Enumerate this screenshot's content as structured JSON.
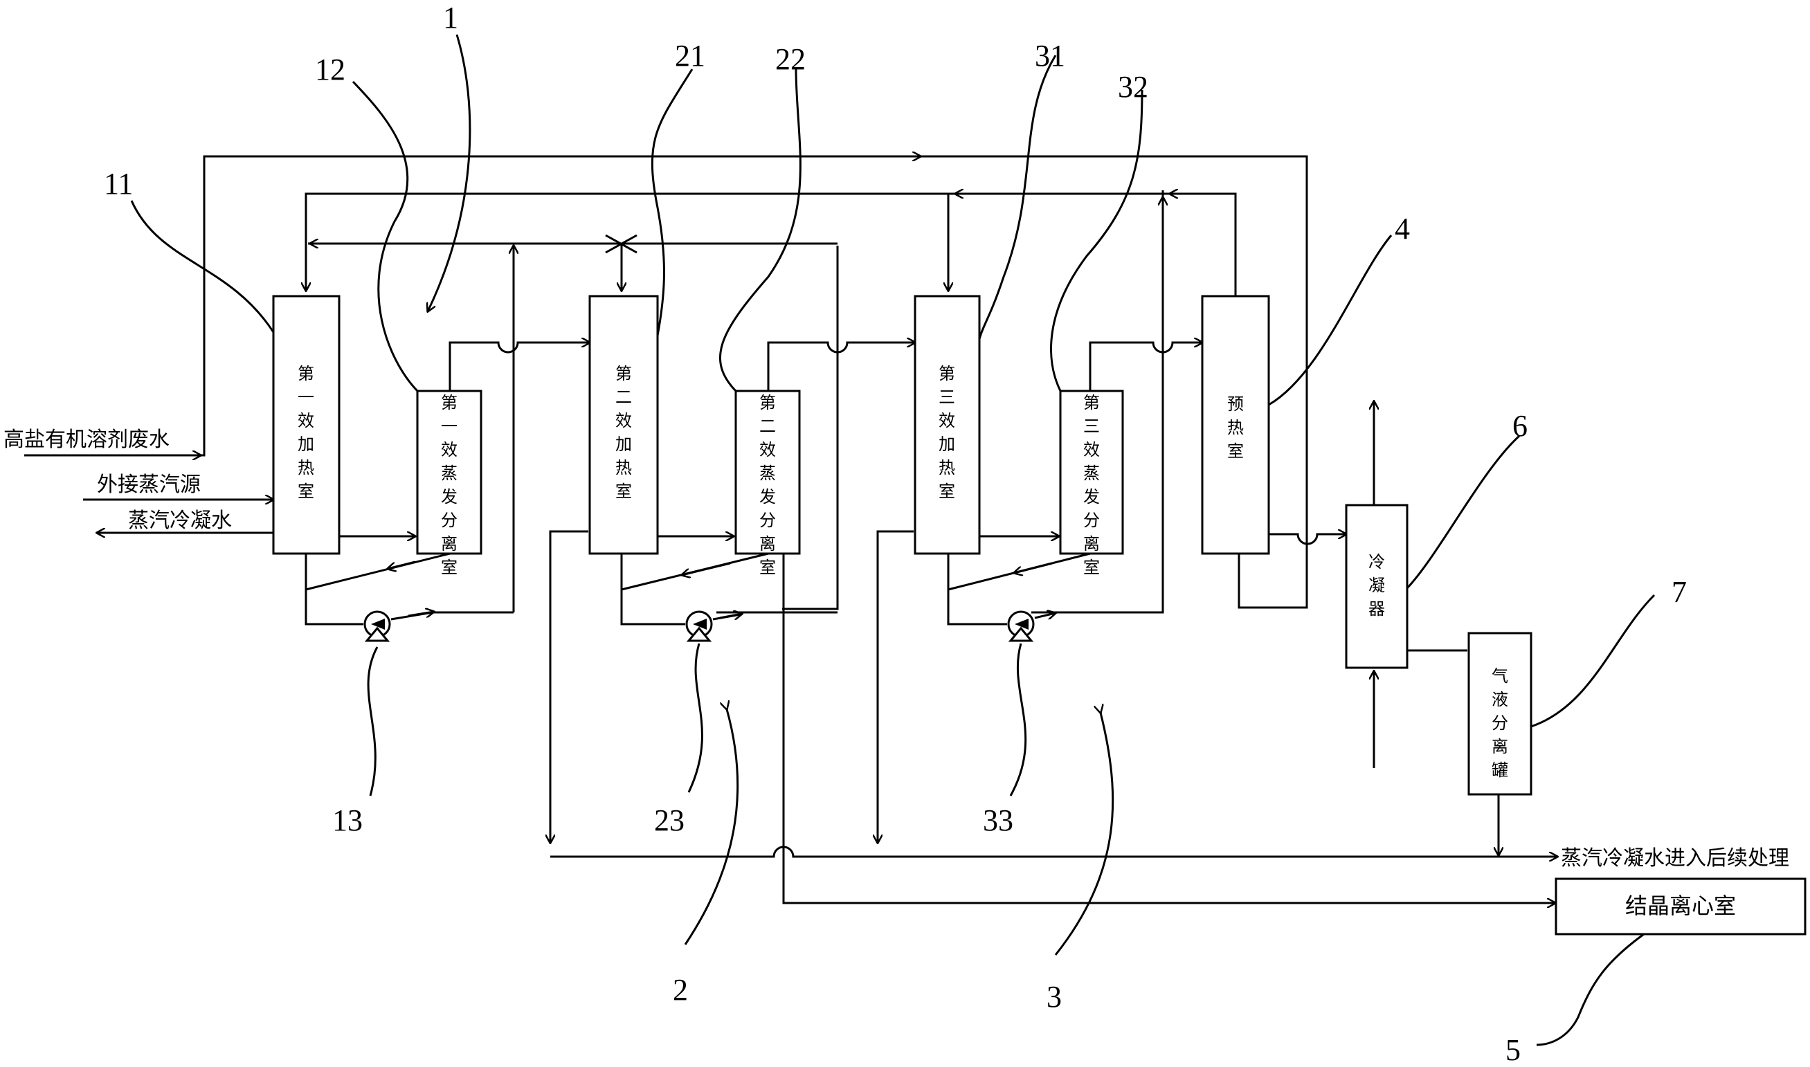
{
  "equipment": {
    "heater1": "第一效加热室",
    "separator1": "第一效蒸发分离室",
    "heater2": "第二效加热室",
    "separator2": "第二效蒸发分离室",
    "heater3": "第三效加热室",
    "separator3": "第三效蒸发分离室",
    "preheater": "预热室",
    "condenser": "冷凝器",
    "gas_liquid_tank": "气液分离罐",
    "crystallizer": "结晶离心室"
  },
  "streams": {
    "feed": "高盐有机溶剂废水",
    "external_steam": "外接蒸汽源",
    "steam_condensate": "蒸汽冷凝水",
    "condensate_out": "蒸汽冷凝水进入后续处理"
  },
  "refs": {
    "r1": "1",
    "r11": "11",
    "r12": "12",
    "r13": "13",
    "r2": "2",
    "r21": "21",
    "r22": "22",
    "r23": "23",
    "r3": "3",
    "r31": "31",
    "r32": "32",
    "r33": "33",
    "r4": "4",
    "r5": "5",
    "r6": "6",
    "r7": "7"
  }
}
